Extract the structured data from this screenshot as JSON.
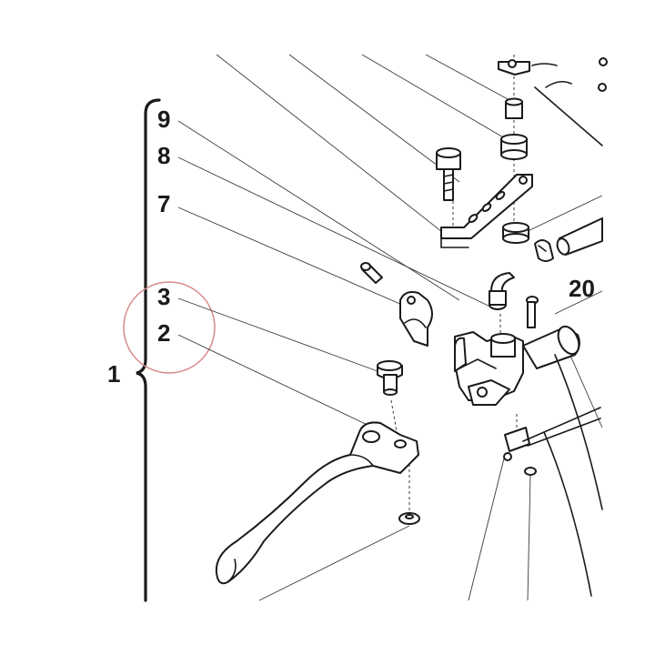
{
  "callouts": {
    "item_9": "9",
    "item_8": "8",
    "item_7": "7",
    "item_3": "3",
    "item_2": "2",
    "item_1": "1",
    "item_20": "20"
  },
  "colors": {
    "ink": "#1a1a1a",
    "highlight_circle": "#d98a8a",
    "background": "#ffffff"
  }
}
